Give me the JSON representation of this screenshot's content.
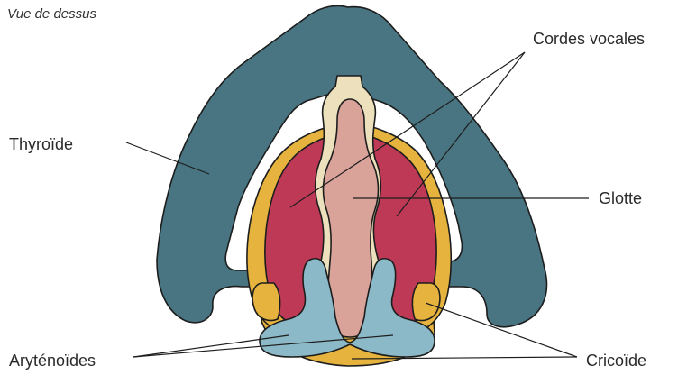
{
  "view_caption": "Vue de dessus",
  "labels": {
    "thyroide": "Thyroïde",
    "cordes_vocales": "Cordes vocales",
    "glotte": "Glotte",
    "arytenoides": "Aryténoïdes",
    "cricoide": "Cricoïde"
  },
  "colors": {
    "thyroid": "#487581",
    "cricoid": "#e6b43e",
    "vocal_fold": "#bd3955",
    "ventricle_edge": "#ede0bc",
    "glottis": "#d9a39a",
    "arytenoid": "#8cb9c8",
    "outline": "#1d1d1d"
  }
}
